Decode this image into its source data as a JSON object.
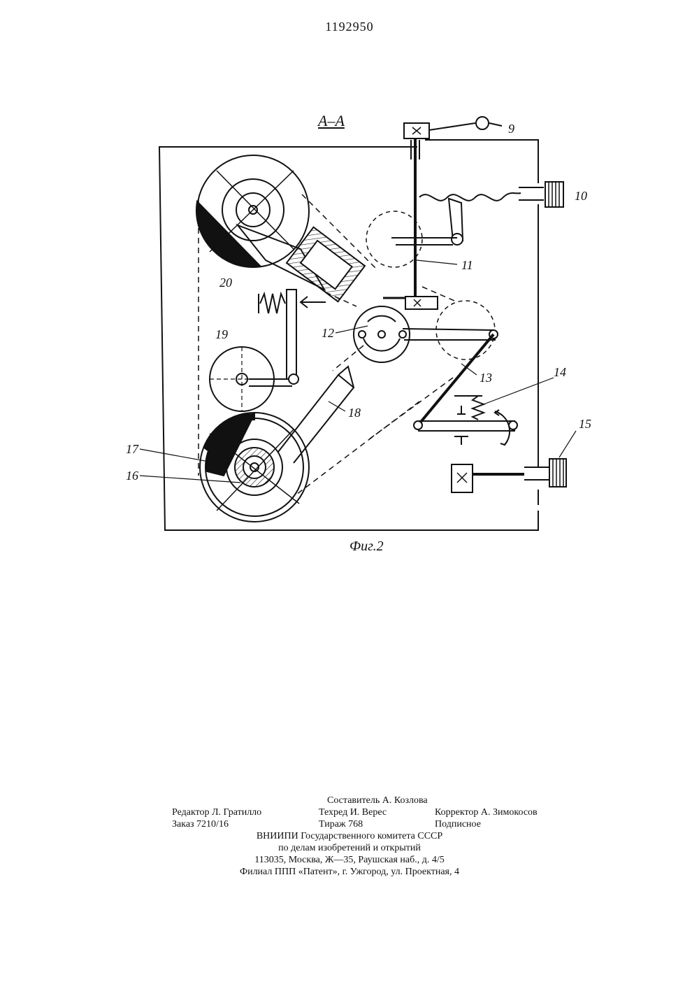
{
  "page_number": "1192950",
  "figure": {
    "section_label": "А–А",
    "caption": "Фиг.2",
    "labels": {
      "l9": "9",
      "l10": "10",
      "l11": "11",
      "l12": "12",
      "l13": "13",
      "l14": "14",
      "l15": "15",
      "l16": "16",
      "l17": "17",
      "l18": "18",
      "l19": "19",
      "l20": "20"
    }
  },
  "colophon": {
    "compiler": "Составитель А. Козлова",
    "editor": "Редактор Л. Гратилло",
    "techred": "Техред И. Верес",
    "corrector": "Корректор А. Зимокосов",
    "order": "Заказ 7210/16",
    "circulation": "Тираж 768",
    "subscription": "Подписное",
    "org_line1": "ВНИИПИ Государственного комитета СССР",
    "org_line2": "по делам изобретений и открытий",
    "address": "113035, Москва, Ж—35, Раушская наб., д. 4/5",
    "branch": "Филиал ППП «Патент», г. Ужгород, ул. Проектная, 4"
  }
}
